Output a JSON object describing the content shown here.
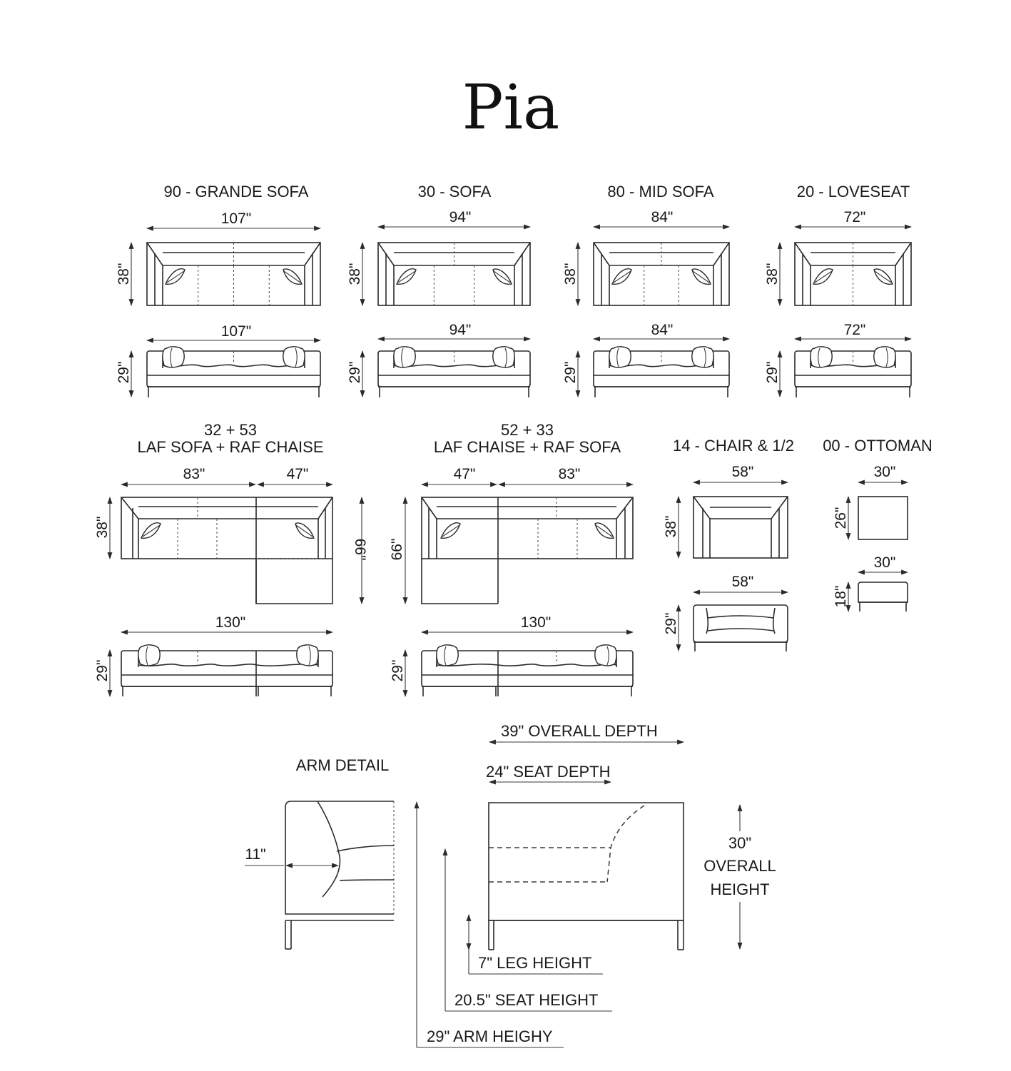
{
  "title": "Pia",
  "products": {
    "grande_sofa": {
      "name": "90 - GRANDE SOFA",
      "width_top": "107\"",
      "width_front": "107\"",
      "depth": "38\"",
      "height": "29\""
    },
    "sofa": {
      "name": "30 - SOFA",
      "width_top": "94\"",
      "width_front": "94\"",
      "depth": "38\"",
      "height": "29\""
    },
    "mid_sofa": {
      "name": "80 - MID SOFA",
      "width_top": "84\"",
      "width_front": "84\"",
      "depth": "38\"",
      "height": "29\""
    },
    "loveseat": {
      "name": "20 - LOVESEAT",
      "width_top": "72\"",
      "width_front": "72\"",
      "depth": "38\"",
      "height": "29\""
    },
    "sectional_left": {
      "code": "32 + 53",
      "name": "LAF SOFA + RAF CHAISE",
      "sofa_width": "83\"",
      "chaise_width": "47\"",
      "depth": "38\"",
      "chaise_depth": "66\"",
      "overall_width": "130\"",
      "height": "29\""
    },
    "sectional_right": {
      "code": "52 + 33",
      "name": "LAF CHAISE + RAF SOFA",
      "chaise_width": "47\"",
      "sofa_width": "83\"",
      "chaise_depth": "66\"",
      "overall_width": "130\"",
      "height": "29\""
    },
    "chair": {
      "name": "14 - CHAIR & 1/2",
      "width_top": "58\"",
      "width_front": "58\"",
      "depth": "38\"",
      "height": "29\""
    },
    "ottoman": {
      "name": "00 - OTTOMAN",
      "width_top": "30\"",
      "width_front": "30\"",
      "depth": "26\"",
      "height": "18\""
    }
  },
  "arm_detail": {
    "label": "ARM DETAIL",
    "arm_width": "11\""
  },
  "profile": {
    "overall_depth": "39\" OVERALL DEPTH",
    "seat_depth": "24\" SEAT DEPTH",
    "overall_height_value": "30\"",
    "overall_height_line1": "OVERALL",
    "overall_height_line2": "HEIGHT",
    "leg_height": "7\" LEG HEIGHT",
    "seat_height": "20.5\" SEAT HEIGHT",
    "arm_height": "29\" ARM HEIGHY"
  }
}
